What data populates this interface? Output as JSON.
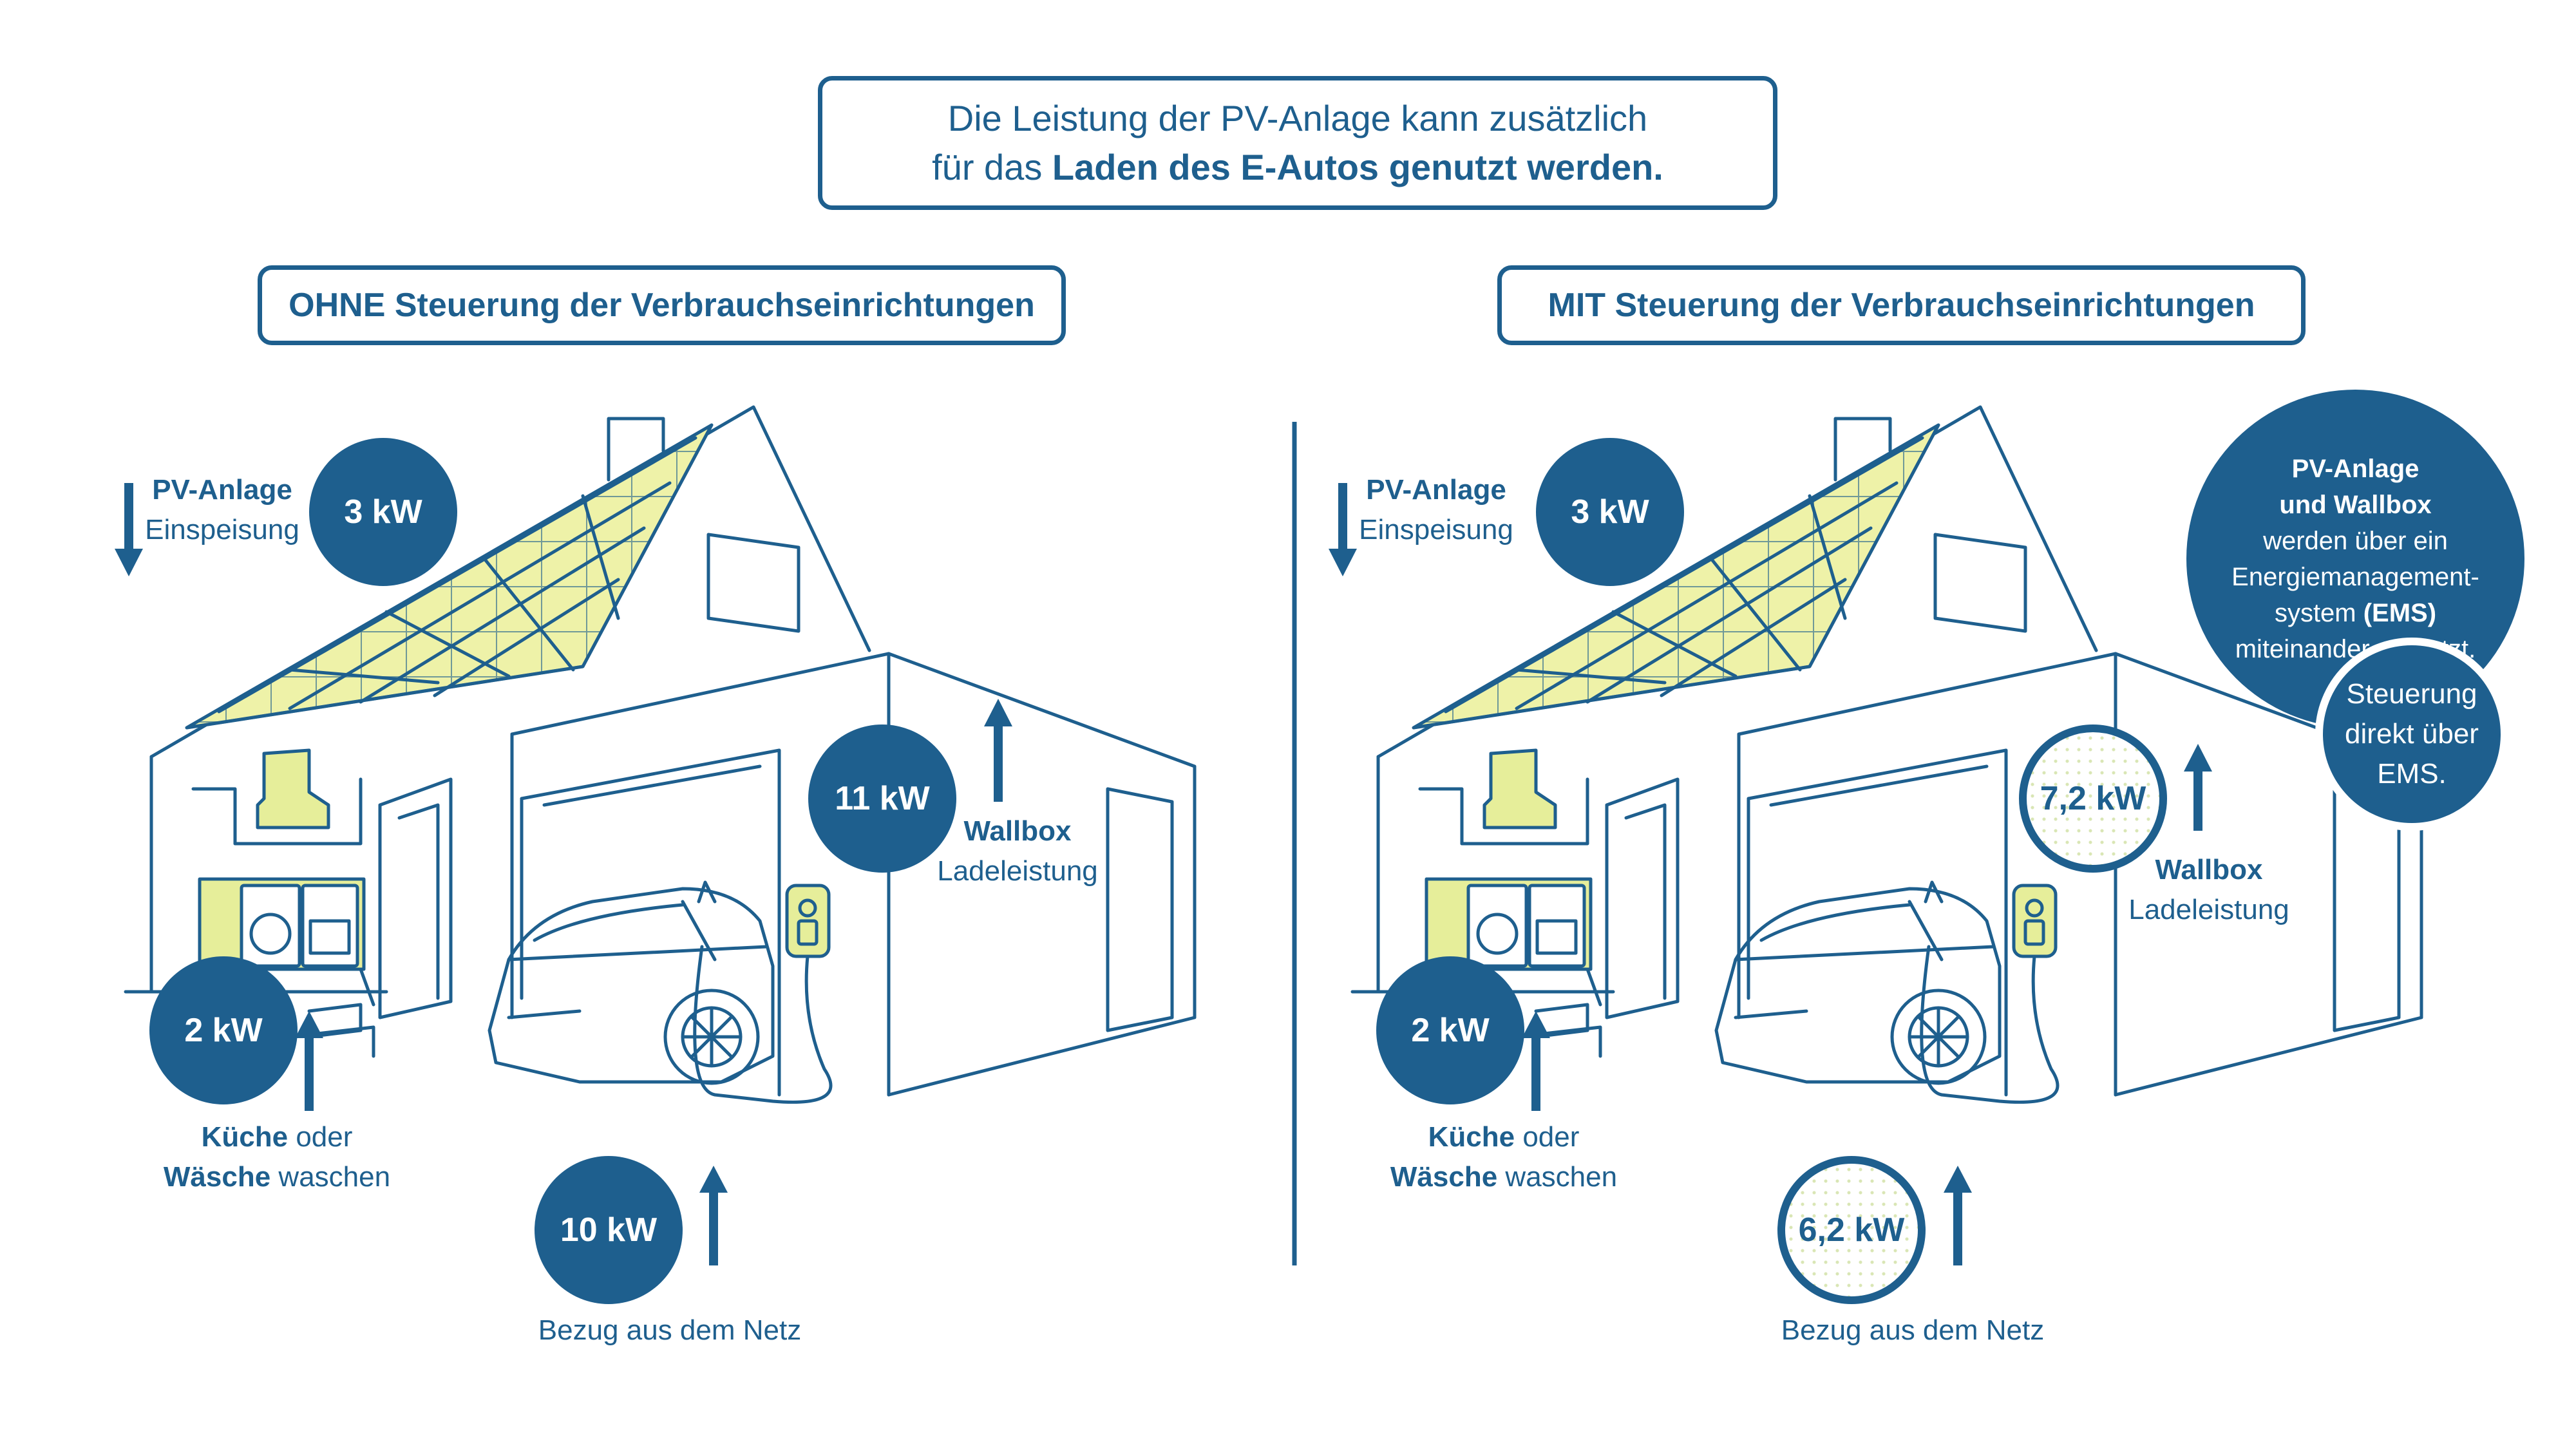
{
  "header": {
    "line1": "Die Leistung der PV-Anlage kann zusätzlich",
    "line2_prefix": "für das ",
    "line2_bold": "Laden des E-Autos genutzt werden."
  },
  "left": {
    "title": "OHNE Steuerung der Verbrauchseinrichtungen",
    "pv": {
      "value": "3 kW",
      "label_bold": "PV-Anlage",
      "label": "Einspeisung"
    },
    "wallbox": {
      "value": "11 kW",
      "label_bold": "Wallbox",
      "label": "Ladeleistung"
    },
    "kitchen": {
      "value": "2 kW",
      "label_bold1": "Küche",
      "label1": " oder",
      "label_bold2": "Wäsche",
      "label2": " waschen"
    },
    "grid": {
      "value": "10 kW",
      "label": "Bezug aus dem Netz"
    }
  },
  "right": {
    "title": "MIT Steuerung der Verbrauchseinrichtungen",
    "pv": {
      "value": "3 kW",
      "label_bold": "PV-Anlage",
      "label": "Einspeisung"
    },
    "wallbox": {
      "value": "7,2 kW",
      "label_bold": "Wallbox",
      "label": "Ladeleistung"
    },
    "kitchen": {
      "value": "2 kW",
      "label_bold1": "Küche",
      "label1": " oder",
      "label_bold2": "Wäsche",
      "label2": " waschen"
    },
    "grid": {
      "value": "6,2 kW",
      "label": "Bezug aus dem Netz"
    },
    "ems_info": {
      "line1": "PV-Anlage",
      "line2": "und Wallbox",
      "line3": "werden über ein",
      "line4": "Energiemanagement-",
      "line5_prefix": "system ",
      "line5_bold": "(EMS)",
      "line6": "miteinander vernetzt."
    },
    "ems_control": {
      "line1": "Steuerung",
      "line2": "direkt über",
      "line3": "EMS."
    }
  },
  "colors": {
    "primary": "#1e5f8e",
    "panel_fill": "#eef2a8",
    "appliance_fill": "#e6ee9a"
  },
  "icons": [
    "solar-panel-icon",
    "house-icon",
    "car-icon",
    "wallbox-icon",
    "washing-machine-icon",
    "stove-icon",
    "range-hood-icon",
    "arrow-up-icon",
    "arrow-down-icon"
  ]
}
